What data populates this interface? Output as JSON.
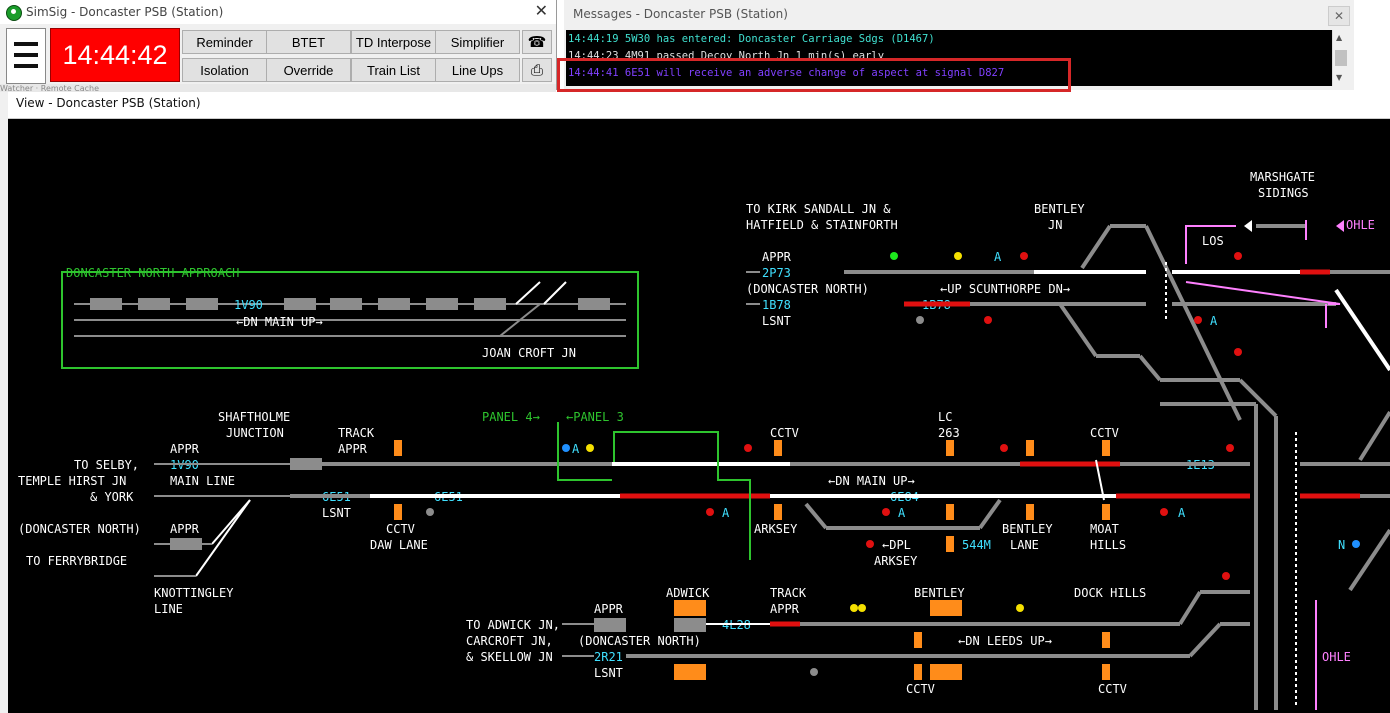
{
  "control": {
    "title": "SimSig - Doncaster PSB (Station)",
    "close_glyph": "✕",
    "clock": "14:44:42",
    "buttons": [
      "Reminder",
      "BTET",
      "TD Interpose",
      "Simplifier",
      "Isolation",
      "Override",
      "Train List",
      "Line Ups"
    ],
    "side_icons": [
      "telephone-icon",
      "printer-icon"
    ],
    "behind_text": "Watcher   ·   Remote Cache"
  },
  "messages": {
    "title": "Messages - Doncaster PSB (Station)",
    "close_glyph": "✕",
    "lines": [
      {
        "text": "14:44:19 5W30 has entered: Doncaster Carriage Sdgs (D1467)",
        "color": "#40e0d0"
      },
      {
        "text": "14:44:23 4M91 passed Decoy North Jn 1 min(s) early",
        "color": "#e0e0e0"
      },
      {
        "text": "14:44:41 6E51 will receive an adverse change of aspect at signal D827",
        "color": "#8040ff"
      }
    ]
  },
  "view": {
    "title": "View - Doncaster PSB (Station)",
    "labels": {
      "approach_box_title": "DONCASTER NORTH APPROACH",
      "dn_main_up_1": "←DN MAIN UP→",
      "joan_croft": "JOAN CROFT JN",
      "kirk_sandall_1": "TO KIRK SANDALL JN &",
      "kirk_sandall_2": "HATFIELD & STAINFORTH",
      "bentley_jn_1": "BENTLEY",
      "bentley_jn_2": "JN",
      "marshgate_1": "MARSHGATE",
      "marshgate_2": "SIDINGS",
      "ohle": "OHLE",
      "los": "LOS",
      "appr": "APPR",
      "doncaster_north": "(DONCASTER NORTH)",
      "lsnt": "LSNT",
      "up_scunthorpe": "←UP SCUNTHORPE DN→",
      "shaftholme_1": "SHAFTHOLME",
      "shaftholme_2": "JUNCTION",
      "track": "TRACK",
      "panel4": "PANEL 4→",
      "panel3": "←PANEL 3",
      "cctv": "CCTV",
      "lc": "LC",
      "lc263": "263",
      "to_selby": "TO SELBY,",
      "temple_hirst": "TEMPLE HIRST JN",
      "and_york": "& YORK",
      "main_line": "MAIN LINE",
      "dn_main_up_2": "←DN MAIN UP→",
      "daw_lane": "DAW LANE",
      "arksey": "ARKSEY",
      "bentley": "BENTLEY",
      "lane": "LANE",
      "moat": "MOAT",
      "hills": "HILLS",
      "dpl": "←DPL",
      "m544": "544M",
      "doncaster_north_2": "(DONCASTER NORTH)",
      "to_ferrybridge": "TO FERRYBRIDGE",
      "knottingley_1": "KNOTTINGLEY",
      "knottingley_2": "LINE",
      "adwick": "ADWICK",
      "to_adwick_1": "TO ADWICK JN,",
      "to_adwick_2": "CARCROFT JN,",
      "to_adwick_3": "& SKELLOW JN",
      "dock_hills": "DOCK HILLS",
      "dn_leeds_up": "←DN LEEDS UP→",
      "a_marker": "A",
      "n_marker": "N"
    },
    "train_ids": {
      "t1V90_box": "1V90",
      "t2P73": "2P73",
      "t1B78_a": "1B78",
      "t1B78_b": "1B78",
      "t1V90": "1V90",
      "t6E51_a": "6E51",
      "t6E51_b": "6E51",
      "t6E84": "6E84",
      "t1E13": "1E13",
      "t4L28": "4L28",
      "t2R21": "2R21"
    },
    "colors": {
      "background": "#000000",
      "track_idle": "#8c8c8c",
      "route_set": "#ffffff",
      "occupied": "#e01010",
      "train_id": "#40e0ff",
      "panel_green": "#2ec42e",
      "pink": "#ff80ff",
      "orange": "#ff8c1a"
    }
  }
}
